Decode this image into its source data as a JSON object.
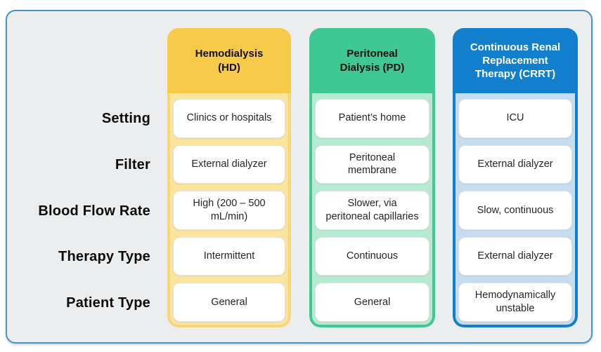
{
  "panel": {
    "bg": "#ECEDEE",
    "border_color": "#4795C2"
  },
  "row_labels": [
    "Setting",
    "Filter",
    "Blood Flow Rate",
    "Therapy Type",
    "Patient Type"
  ],
  "columns": [
    {
      "id": "hd",
      "title": "Hemodialysis\n(HD)",
      "header_bg": "#F7CA4A",
      "header_text": "#101010",
      "body_bg": "#FAE49E",
      "border_color": "#F6D77D",
      "cells": [
        "Clinics or hospitals",
        "External dialyzer",
        "High (200 – 500\nmL/min)",
        "Intermittent",
        "General"
      ]
    },
    {
      "id": "pd",
      "title": "Peritoneal\nDialysis (PD)",
      "header_bg": "#3FC794",
      "header_text": "#101010",
      "body_bg": "#B7EAD3",
      "border_color": "#3FC794",
      "cells": [
        "Patient’s home",
        "Peritoneal\nmembrane",
        "Slower, via\nperitoneal capillaries",
        "Continuous",
        "General"
      ]
    },
    {
      "id": "crrt",
      "title": "Continuous Renal\nReplacement\nTherapy (CRRT)",
      "header_bg": "#127FCC",
      "header_text": "#FFFFFF",
      "body_bg": "#C5DCF1",
      "border_color": "#127FCC",
      "cells": [
        "ICU",
        "External dialyzer",
        "Slow, continuous",
        "External dialyzer",
        "Hemodynamically\nunstable"
      ]
    }
  ]
}
